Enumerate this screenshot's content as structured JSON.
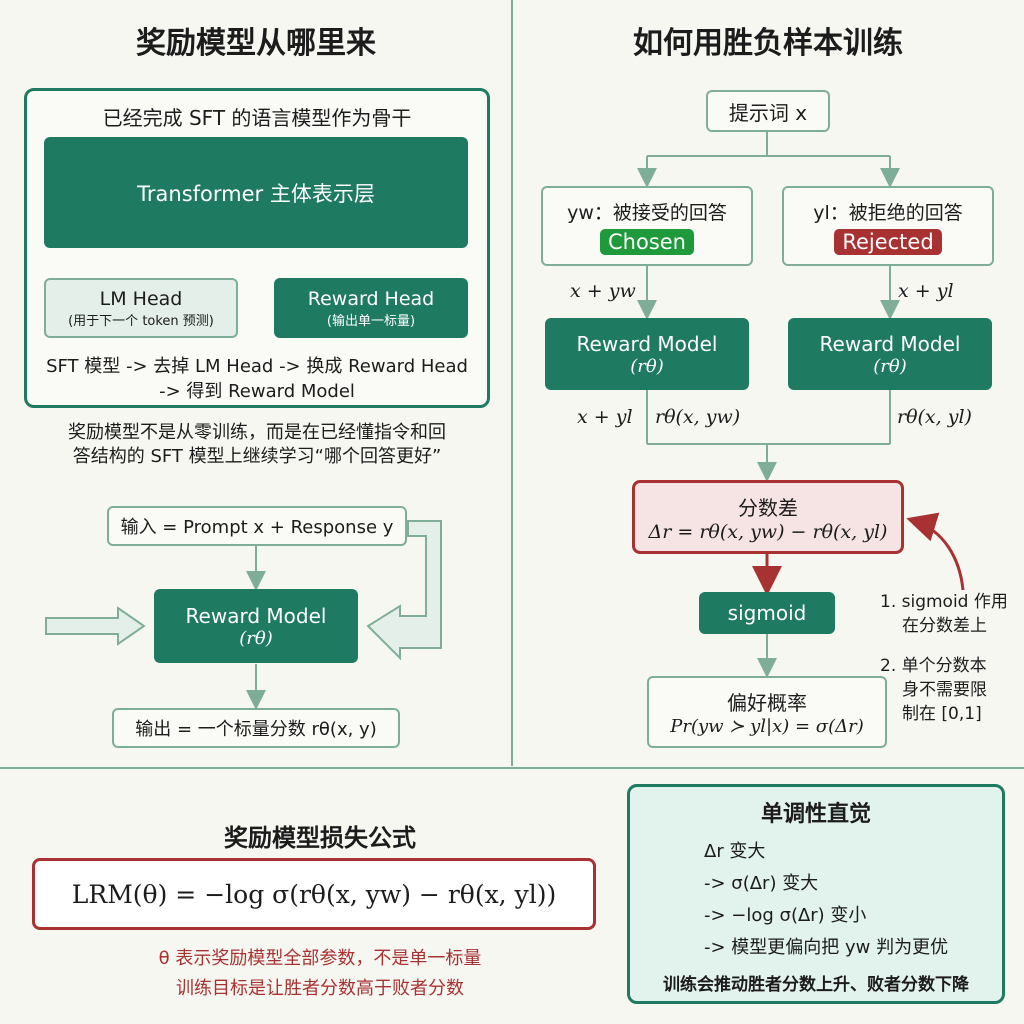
{
  "left": {
    "title": "奖励模型从哪里来",
    "backbone_caption": "已经完成 SFT 的语言模型作为骨干",
    "transformer_label": "Transformer 主体表示层",
    "lm_head": {
      "label": "LM Head",
      "sub": "(用于下一个 token 预测)"
    },
    "reward_head": {
      "label": "Reward Head",
      "sub": "(输出单一标量)"
    },
    "pipeline_line1": "SFT 模型 -> 去掉 LM Head -> 换成 Reward Head",
    "pipeline_line2": "-> 得到 Reward Model",
    "note_line1": "奖励模型不是从零训练，而是在已经懂指令和回",
    "note_line2": "答结构的 SFT 模型上继续学习“哪个回答更好”",
    "input_label": "输入 = Prompt x + Response y",
    "rm_label": "Reward Model",
    "rm_sub": "(rθ)",
    "output_label": "输出 = 一个标量分数 rθ(x, y)"
  },
  "right": {
    "title": "如何用胜负样本训练",
    "prompt_label": "提示词 x",
    "chosen": {
      "label": "yw：被接受的回答",
      "badge": "Chosen"
    },
    "rejected": {
      "label": "yl：被拒绝的回答",
      "badge": "Rejected"
    },
    "edge_x_yw": "x + yw",
    "edge_x_yl_right": "x + yl",
    "rm_left": {
      "label": "Reward Model",
      "sub": "(rθ)"
    },
    "rm_right": {
      "label": "Reward Model",
      "sub": "(rθ)"
    },
    "edge_x_yl_left": "x + yl",
    "edge_r_yw": "rθ(x, yw)",
    "edge_r_yl": "rθ(x, yl)",
    "score_diff": {
      "title": "分数差",
      "formula": "Δr = rθ(x, yw) − rθ(x, yl)"
    },
    "sigmoid_label": "sigmoid",
    "pref": {
      "title": "偏好概率",
      "formula": "Pr(yw ≻ yl|x) = σ(Δr)"
    },
    "ann1_line1": "1. sigmoid 作用",
    "ann1_line2": "在分数差上",
    "ann2_line1": "2. 单个分数本",
    "ann2_line2": "身不需要限",
    "ann2_line3": "制在 [0,1]"
  },
  "loss": {
    "title": "奖励模型损失公式",
    "formula": "LRM(θ) = −log σ(rθ(x, yw) − rθ(x, yl))",
    "note_line1": "θ 表示奖励模型全部参数，不是单一标量",
    "note_line2": "训练目标是让胜者分数高于败者分数"
  },
  "mono": {
    "title": "单调性直觉",
    "line1": "Δr 变大",
    "line2": "-> σ(Δr) 变大",
    "line3": "-> −log σ(Δr) 变小",
    "line4": "-> 模型更偏向把 yw 判为更优",
    "footer": "训练会推动胜者分数上升、败者分数下降"
  },
  "colors": {
    "dark_green": "#1f7a62",
    "light_green": "#e3efe8",
    "border_green": "#7fae98",
    "chosen_green": "#1f9a3a",
    "rejected_red": "#a83232",
    "score_bg": "#f6e4e4",
    "mono_bg": "#e2f2ec"
  }
}
